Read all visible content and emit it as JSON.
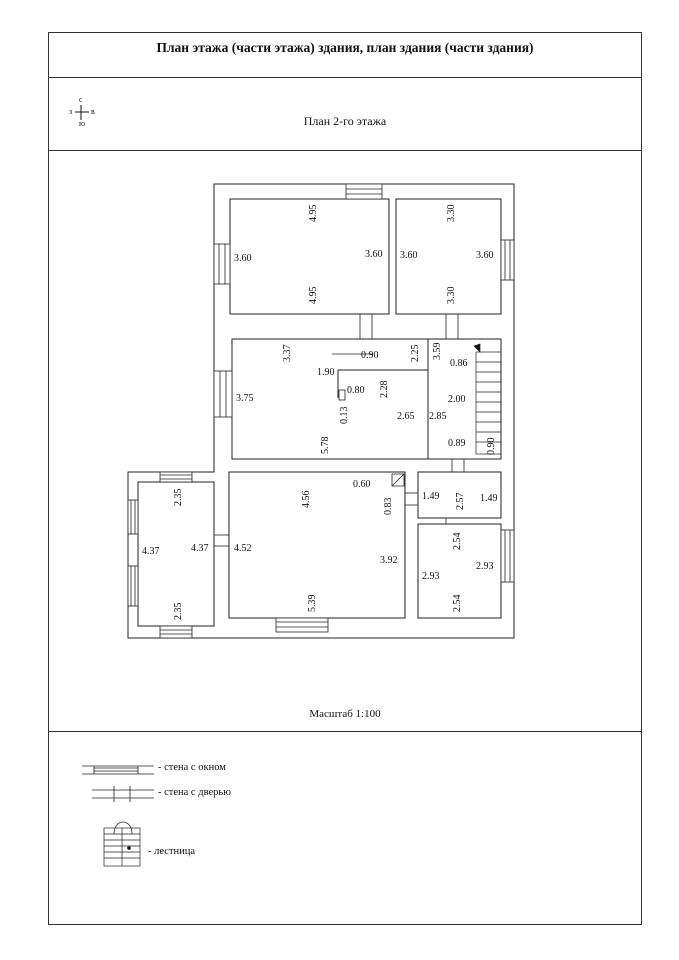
{
  "header": {
    "title": "План этажа (части этажа) здания, план здания (части здания)"
  },
  "plan": {
    "title": "План 2-го этажа"
  },
  "compass": {
    "n": "с",
    "s": "ю",
    "w": "з",
    "e": "в"
  },
  "scale": {
    "label": "Масштаб 1:100"
  },
  "legend": {
    "window_label": "- стена с окном",
    "door_label": "- стена с дверью",
    "stairs_label": "- лестница"
  },
  "dimensions": {
    "r1_top": "4.95",
    "r1_bottom": "4.95",
    "r1_left": "3.60",
    "r1_right": "3.60",
    "r2_top": "3.30",
    "r2_bottom": "3.30",
    "r2_left": "3.60",
    "r2_right": "3.60",
    "r3_a": "3.37",
    "r3_b": "0.90",
    "r3_c": "2.25",
    "r3_d": "1.90",
    "r3_e": "0.80",
    "r3_f": "2.28",
    "r3_g": "3.75",
    "r3_h": "0.13",
    "r3_i": "2.65",
    "r3_j": "5.78",
    "r3_k": "2.85",
    "st_a": "3.59",
    "st_b": "0.86",
    "st_c": "2.00",
    "st_d": "0.89",
    "st_e": "0.90",
    "r4_top": "4.56",
    "r4_a": "0.60",
    "r4_b": "0.83",
    "r4_left": "4.52",
    "r4_right": "3.92",
    "r4_bottom": "5.39",
    "r5_top": "2.35",
    "r5_bottom": "2.35",
    "r5_left": "4.37",
    "r5_right": "4.37",
    "r6_left": "1.49",
    "r6_mid": "2.57",
    "r6_right": "1.49",
    "r7_top": "2.54",
    "r7_bottom": "2.54",
    "r7_left": "2.93",
    "r7_right": "2.93"
  }
}
